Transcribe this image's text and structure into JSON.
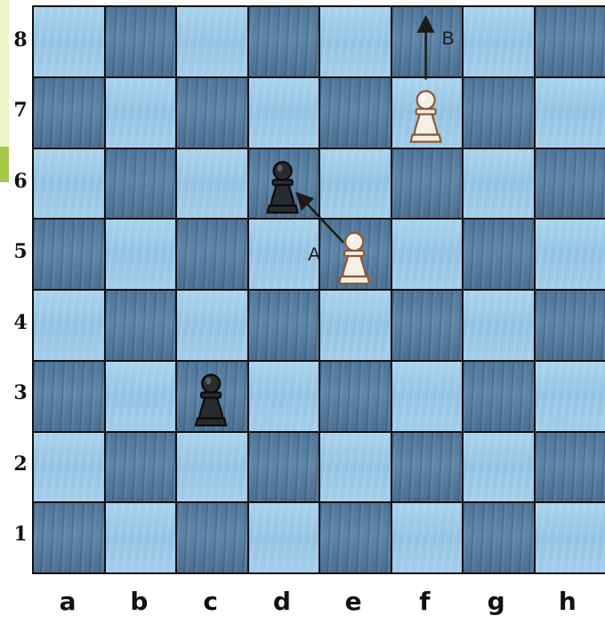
{
  "board": {
    "files": [
      "a",
      "b",
      "c",
      "d",
      "e",
      "f",
      "g",
      "h"
    ],
    "ranks": [
      "8",
      "7",
      "6",
      "5",
      "4",
      "3",
      "2",
      "1"
    ],
    "pieces": [
      {
        "square": "f7",
        "color": "white",
        "type": "pawn"
      },
      {
        "square": "e5",
        "color": "white",
        "type": "pawn"
      },
      {
        "square": "d6",
        "color": "black",
        "type": "pawn"
      },
      {
        "square": "c3",
        "color": "black",
        "type": "pawn"
      }
    ],
    "moves": [
      {
        "label": "A",
        "from": "e5",
        "to": "d6"
      },
      {
        "label": "B",
        "from": "f7",
        "to": "f8"
      }
    ],
    "colors": {
      "light_square": "#a3cdea",
      "dark_square": "#557a9e",
      "white_piece": "#f6efe4",
      "black_piece": "#2a2b2e",
      "arrow": "#1a1a1a"
    }
  }
}
